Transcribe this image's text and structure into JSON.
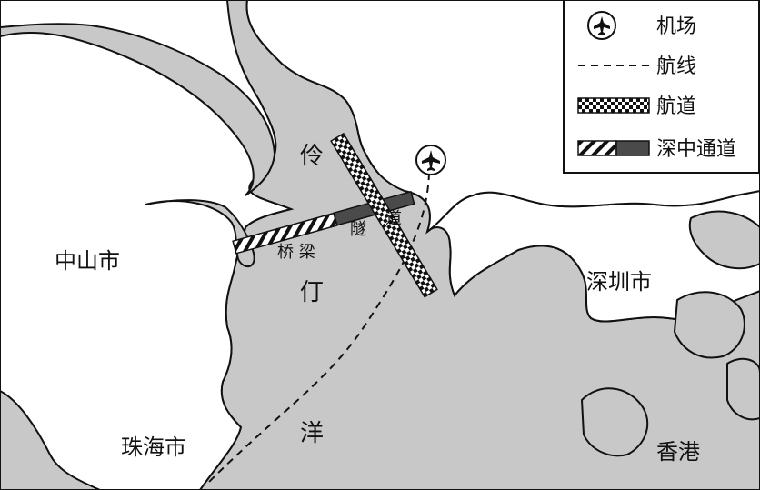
{
  "labels": {
    "ling": "伶",
    "ding": "仃",
    "yang": "洋",
    "zhongshan": "中山市",
    "zhuhai": "珠海市",
    "shenzhen": "深圳市",
    "hongkong": "香港",
    "bridge": "桥 梁",
    "tunnel_sui": "隧",
    "tunnel_dao": "道"
  },
  "legend": {
    "airport": "机场",
    "flight_route": "航线",
    "shipping_channel": "航道",
    "shenzhong_link": "深中通道"
  },
  "icons": {
    "airport": "airplane-icon"
  },
  "colors": {
    "water": "#c8c8c8",
    "land": "#ffffff",
    "outline": "#111111",
    "tunnel": "#4a4a4a"
  }
}
